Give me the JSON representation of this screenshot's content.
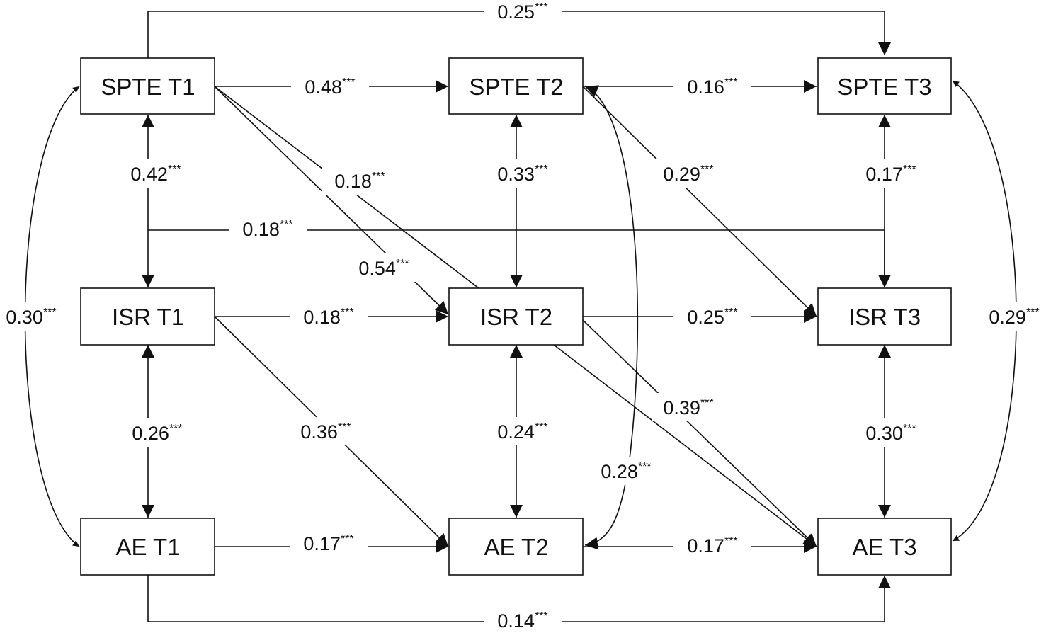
{
  "nodes": {
    "spte_t1": "SPTE T1",
    "spte_t2": "SPTE T2",
    "spte_t3": "SPTE T3",
    "isr_t1": "ISR T1",
    "isr_t2": "ISR T2",
    "isr_t3": "ISR T3",
    "ae_t1": "AE T1",
    "ae_t2": "AE T2",
    "ae_t3": "AE T3"
  },
  "significance": "***",
  "paths": {
    "spte1_spte3": "0.25",
    "spte1_spte2": "0.48",
    "spte2_spte3": "0.16",
    "spte1_isr1": "0.42",
    "spte2_isr2": "0.33",
    "spte3_isr3": "0.17",
    "spte1_isr2": "0.54",
    "isr2_spte1": "0.18",
    "spte2_isr3": "0.29",
    "isr1_isr3": "0.18",
    "spte2_ae2": "0.28",
    "isr1_isr2": "0.18",
    "isr2_isr3": "0.25",
    "isr1_ae2": "0.36",
    "isr2_ae3_b": "0.39",
    "isr1_ae1": "0.26",
    "isr2_ae2": "0.24",
    "isr3_ae3": "0.30",
    "ae1_ae2": "0.17",
    "ae2_ae3": "0.17",
    "ae1_ae3": "0.14",
    "spte1_ae1": "0.30",
    "spte3_ae3": "0.29"
  }
}
